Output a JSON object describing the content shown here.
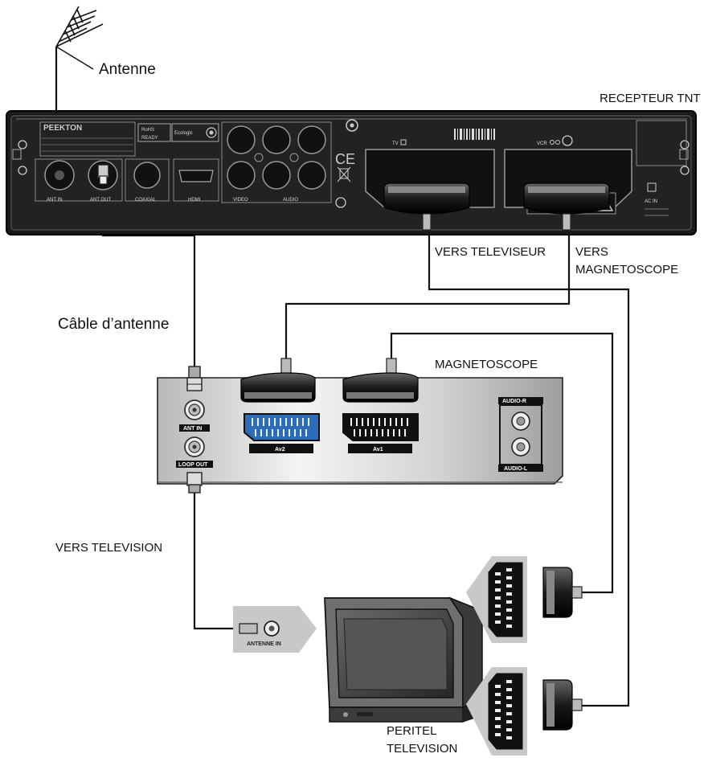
{
  "labels": {
    "antenna": "Antenne",
    "receiver": "RECEPTEUR TNT",
    "to_tv": "VERS TELEVISEUR",
    "to_vcr_1": "VERS",
    "to_vcr_2": "MAGNETOSCOPE",
    "antenna_cable": "Câble d’antenne",
    "vcr": "MAGNETOSCOPE",
    "to_television": "VERS TELEVISION",
    "peritel_1": "PERITEL",
    "peritel_2": "TELEVISION"
  },
  "receiver_panel": {
    "brand": "PEEKTON",
    "rohs_1": "RoHS",
    "rohs_2": "READY",
    "ecologic": "Ecologic",
    "port_ant_in": "ANT IN",
    "port_ant_out": "ANT OUT",
    "port_coaxial": "COAXIAL",
    "port_hdmi": "HDMI",
    "port_video": "VIDEO",
    "port_audio": "AUDIO",
    "scart_tv": "TV",
    "scart_vcr": "VCR",
    "ce_mark": "CE",
    "ac_in": "AC IN"
  },
  "vcr_panel": {
    "ant_in": "ANT IN",
    "loop_out": "LOOP OUT",
    "av2": "Av2",
    "av1": "Av1",
    "audio_r": "AUDIO-R",
    "audio_l": "AUDIO-L"
  },
  "tv_panel": {
    "antenna_in": "ANTENNE IN"
  }
}
